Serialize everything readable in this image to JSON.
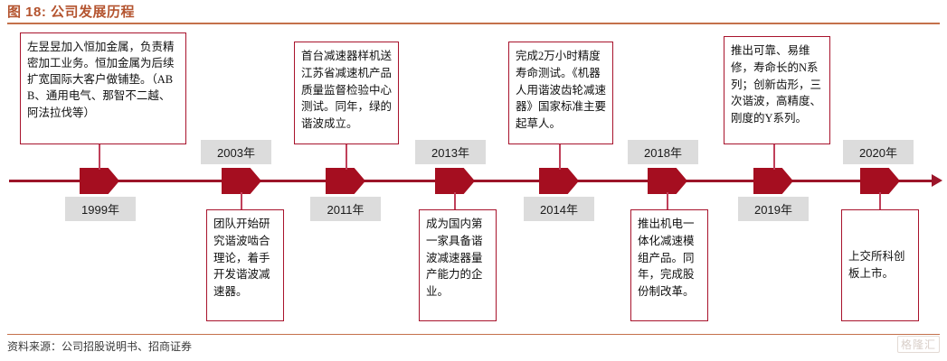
{
  "header": {
    "title": "图 18: 公司发展历程",
    "rule_color": "#C4714B",
    "title_color": "#B4542F"
  },
  "footer": {
    "source": "资料来源：公司招股说明书、招商证券",
    "watermark": "格隆汇"
  },
  "colors": {
    "axis": "#9C1529",
    "marker": "#A50E20",
    "box_border": "#A8132C",
    "chip_bg": "#DCDCDC",
    "stem": "#C0405A"
  },
  "timeline": {
    "axis_direction": "left-to-right",
    "milestones": [
      {
        "year_label": "1999年",
        "position": "below",
        "note_position": "above",
        "note": "左昱昱加入恒加金属，负责精密加工业务。恒加金属为后续扩宽国际大客户做铺垫。（ABB、通用电气、那智不二越、阿法拉伐等）"
      },
      {
        "year_label": "2003年",
        "position": "above",
        "note_position": "below",
        "note": "团队开始研究谐波啮合理论，着手开发谐波减速器。"
      },
      {
        "year_label": "2011年",
        "position": "below",
        "note_position": "above",
        "note": "首台减速器样机送江苏省减速机产品质量监督检验中心测试。同年，绿的谐波成立。"
      },
      {
        "year_label": "2013年",
        "position": "above",
        "note_position": "below",
        "note": "成为国内第一家具备谐波减速器量产能力的企业。"
      },
      {
        "year_label": "2014年",
        "position": "below",
        "note_position": "above",
        "note": "完成2万小时精度寿命测试。《机器人用谐波齿轮减速器》国家标准主要起草人。"
      },
      {
        "year_label": "2018年",
        "position": "above",
        "note_position": "below",
        "note": "推出机电一体化减速模组产品。同年，完成股份制改革。"
      },
      {
        "year_label": "2019年",
        "position": "below",
        "note_position": "above",
        "note": "推出可靠、易维修，寿命长的N系列；创新齿形，三次谐波，高精度、刚度的Y系列。"
      },
      {
        "year_label": "2020年",
        "position": "above",
        "note_position": "below",
        "note": "上交所科创板上市。"
      }
    ]
  }
}
